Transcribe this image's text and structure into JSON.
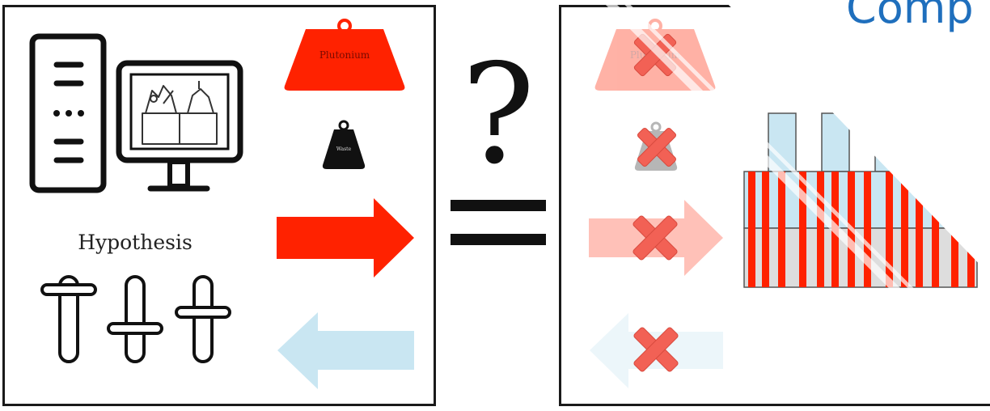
{
  "left": {
    "hypothesis_label": "Hypothesis",
    "big_weight_label": "Plutonium",
    "small_weight_label": "Waste"
  },
  "right": {
    "faded_weight_label": "Plutonium",
    "title_partial": "Comp"
  },
  "center": {
    "question_mark": "?"
  },
  "colors": {
    "red": "#ff2200",
    "light_blue": "#c9e6f2",
    "cross": "#f26155",
    "title_blue": "#1f6fbd"
  }
}
